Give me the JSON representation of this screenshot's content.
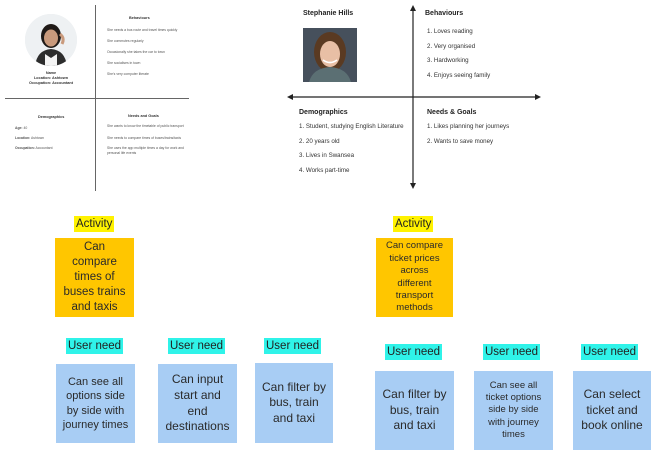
{
  "persona_small": {
    "behaviours_title": "Behaviours",
    "behaviours": [
      "She needs a bus route and travel times quickly",
      "She commutes regularly",
      "Occasionally she takes the car to town",
      "She socialises in town",
      "She's very computer literate"
    ],
    "caption": [
      "Name",
      "Location: Ashtown",
      "Occupation: Accountant"
    ],
    "demographics_title": "Demographics",
    "demographics": [
      {
        "label": "Age:",
        "value": "40"
      },
      {
        "label": "Location:",
        "value": "Ashtown"
      },
      {
        "label": "Occupation:",
        "value": "Accountant"
      }
    ],
    "needs_title": "Needs and Goals",
    "needs": [
      "She wants to know the timetable of public transport",
      "She needs to compare times of buses/trains/taxis",
      "She uses the app multiple times a day for work and personal life events"
    ]
  },
  "persona_large": {
    "name": "Stephanie Hills",
    "behaviours_title": "Behaviours",
    "behaviours": [
      "1. Loves reading",
      "2. Very organised",
      "3. Hardworking",
      "4. Enjoys seeing family"
    ],
    "demographics_title": "Demographics",
    "demographics": [
      "1. Student, studying English Literature",
      "2. 20 years old",
      "3. Lives in Swansea",
      "4. Works part-time"
    ],
    "needs_title": "Needs & Goals",
    "needs": [
      "1. Likes planning her journeys",
      "2. Wants to save money"
    ]
  },
  "groups": [
    {
      "activity_label": "Activity",
      "activity": "Can compare times of buses trains and taxis",
      "need_label": "User need",
      "needs": [
        "Can see all options side by side with journey times",
        "Can input start and end destinations",
        "Can filter by bus, train and taxi"
      ]
    },
    {
      "activity_label": "Activity",
      "activity": "Can compare ticket prices across different transport methods",
      "need_label": "User need",
      "needs": [
        "Can filter by bus, train and taxi",
        "Can see all ticket options side by side with journey times",
        "Can select ticket and book online"
      ]
    }
  ],
  "colors": {
    "activity_sticky": "#ffc600",
    "need_sticky": "#a8cdf4",
    "activity_highlight": "#fff200",
    "need_highlight": "#2ff3e9"
  }
}
